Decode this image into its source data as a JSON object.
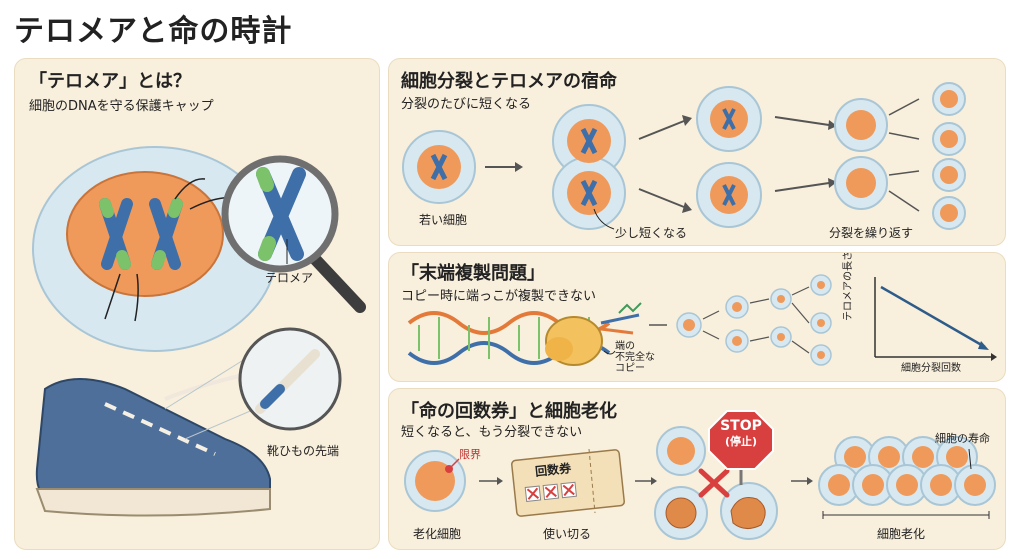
{
  "header": {
    "title": "テロメアと命の時計"
  },
  "panel_left": {
    "title": "「テロメア」とは？",
    "subtitle": "細胞のDNAを守る保護キャップ",
    "telomere_label": "テロメア",
    "shoelace_label": "靴ひもの先端"
  },
  "panel_division": {
    "title": "細胞分裂とテロメアの宿命",
    "subtitle": "分裂のたびに短くなる",
    "young_cell_label": "若い細胞",
    "shorter_label": "少し短くなる",
    "repeat_label": "分裂を繰り返す"
  },
  "panel_replication": {
    "title": "「末端複製問題」",
    "subtitle": "コピー時に端っこが複製できない",
    "incomplete_label_1": "端の",
    "incomplete_label_2": "不完全な",
    "incomplete_label_3": "コピー",
    "ylabel": "テロメアの長さ",
    "xlabel": "細胞分裂回数"
  },
  "panel_aging": {
    "title": "「命の回数券」と細胞老化",
    "subtitle": "短くなると、もう分裂できない",
    "limit_label": "限界",
    "ticket_label": "回数券",
    "old_cell_label": "老化細胞",
    "used_up_label": "使い切る",
    "stop_label": "STOP",
    "stop_sub_label": "(停止)",
    "lifespan_label": "細胞の寿命",
    "senescence_label": "細胞老化"
  },
  "colors": {
    "panel_bg": "#f8efdc",
    "nucleus": "#ef9a5a",
    "cell": "#cfe3ee",
    "chromosome": "#3f6fa8",
    "telomere_tip": "#7cc26a",
    "stop_red": "#d84040"
  }
}
